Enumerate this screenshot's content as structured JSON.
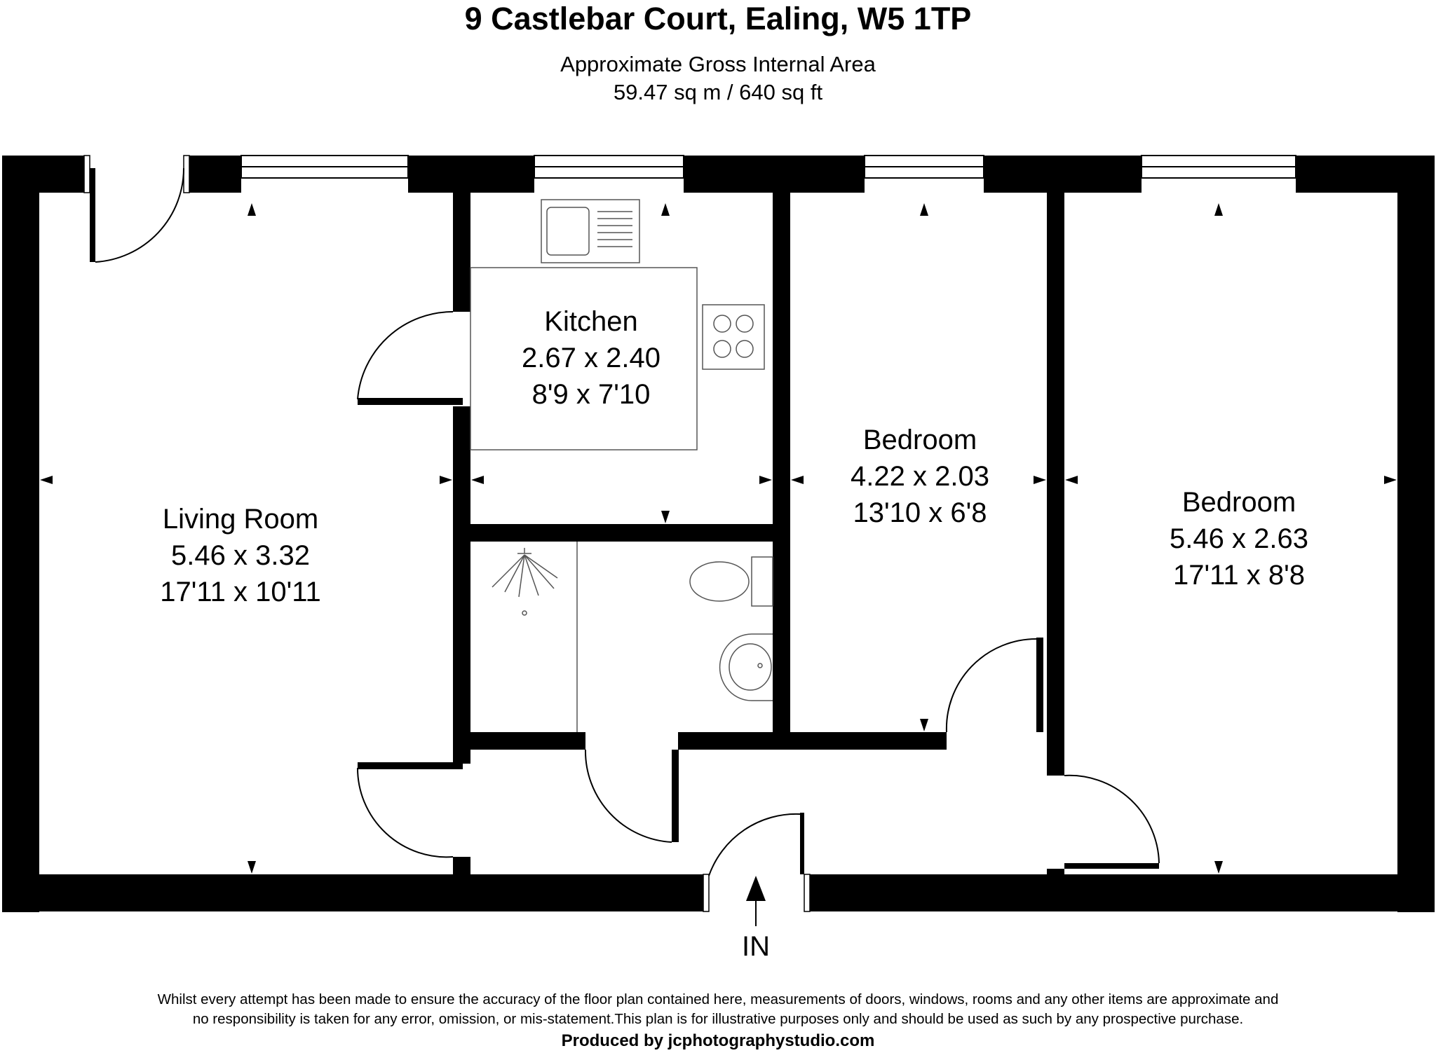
{
  "header": {
    "title": "9 Castlebar Court, Ealing, W5 1TP",
    "area_label": "Approximate Gross Internal Area",
    "area_value": "59.47 sq m / 640 sq ft"
  },
  "rooms": {
    "living_room": {
      "name": "Living Room",
      "metric": "5.46 x 3.32",
      "imperial": "17'11 x 10'11"
    },
    "kitchen": {
      "name": "Kitchen",
      "metric": "2.67 x 2.40",
      "imperial": "8'9 x 7'10"
    },
    "bedroom_1": {
      "name": "Bedroom",
      "metric": "4.22 x 2.03",
      "imperial": "13'10 x 6'8"
    },
    "bedroom_2": {
      "name": "Bedroom",
      "metric": "5.46 x 2.63",
      "imperial": "17'11 x 8'8"
    }
  },
  "entrance": {
    "label": "IN"
  },
  "footer": {
    "disclaimer_line1": "Whilst every attempt has been made to ensure the accuracy of the floor plan contained here, measurements of doors, windows, rooms and any other items are approximate and",
    "disclaimer_line2": "no responsibility is taken for any error, omission, or mis-statement.This plan is for illustrative purposes only and should be used as such by any prospective purchase.",
    "credit": "Produced by jcphotographystudio.com"
  },
  "colors": {
    "wall": "#000000",
    "background": "#ffffff",
    "fixture_line": "#555555"
  }
}
